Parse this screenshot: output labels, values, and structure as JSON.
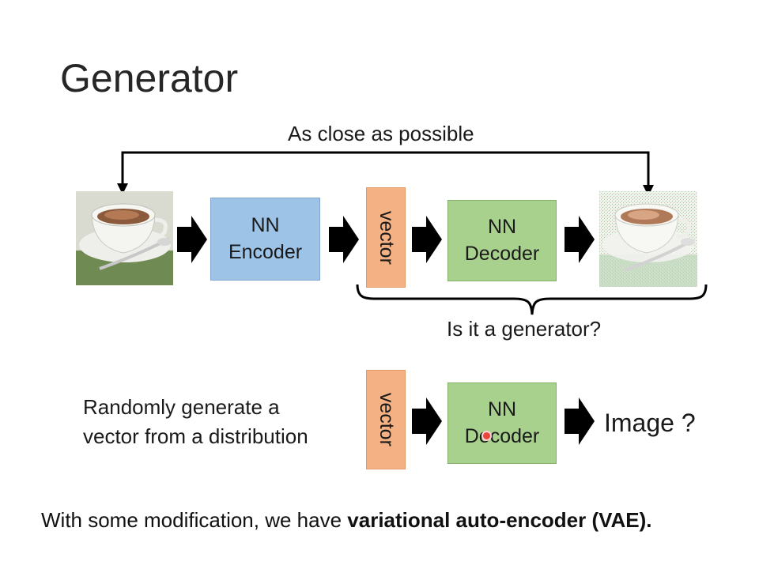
{
  "slide": {
    "title": "Generator",
    "close_label": "As close as possible",
    "question": "Is it a generator?",
    "random_text_line1": "Randomly generate a",
    "random_text_line2": "vector from a distribution",
    "image_q": "Image ?"
  },
  "boxes": {
    "encoder_line1": "NN",
    "encoder_line2": "Encoder",
    "vector": "vector",
    "decoder_line1": "NN",
    "decoder_line2": "Decoder"
  },
  "footer": {
    "prefix": "With some modification, we have ",
    "bold": "variational auto-encoder (VAE)."
  },
  "colors": {
    "encoder": "#9dc3e6",
    "decoder": "#a9d18e",
    "vector": "#f4b183",
    "arrow": "#000000"
  },
  "icons": [
    "coffee-cup-image",
    "reconstructed-coffee-image",
    "block-arrow-icon",
    "curly-brace",
    "feedback-bracket-arrow",
    "pointer-cursor"
  ]
}
